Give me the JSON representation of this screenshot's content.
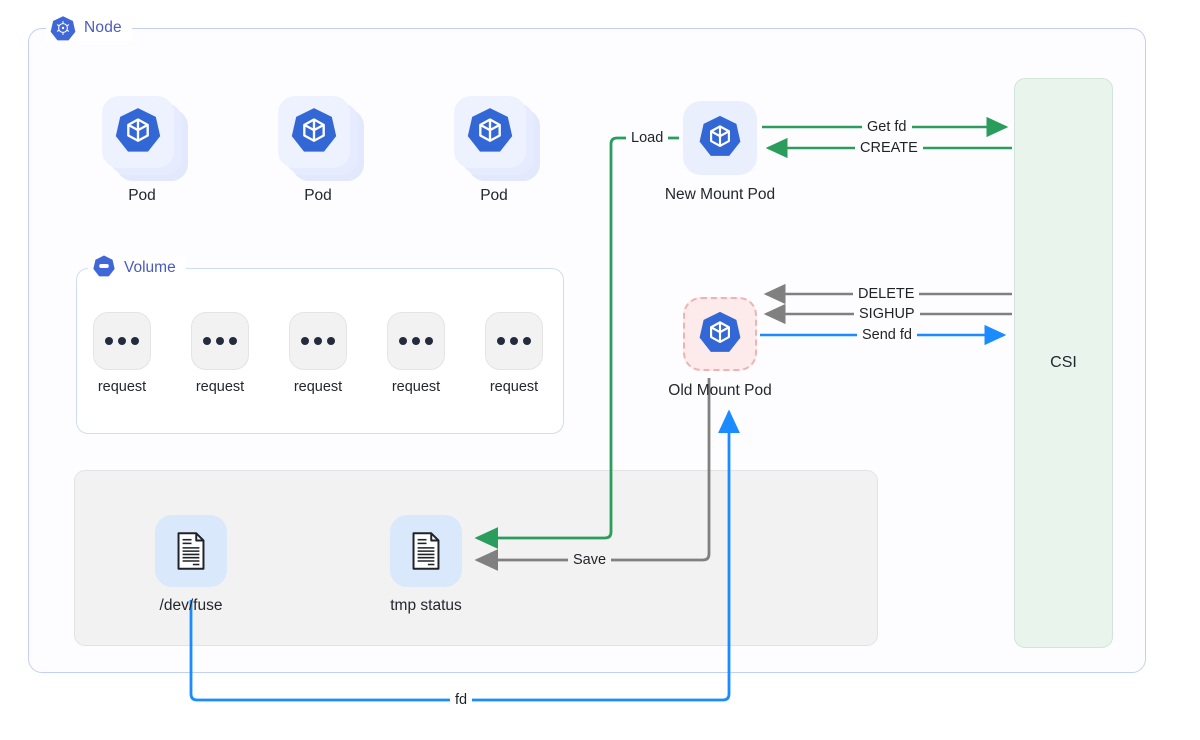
{
  "node": {
    "label": "Node",
    "icon": "kubernetes-node-icon"
  },
  "pods": [
    {
      "label": "Pod",
      "icon": "kubernetes-pod-icon"
    },
    {
      "label": "Pod",
      "icon": "kubernetes-pod-icon"
    },
    {
      "label": "Pod",
      "icon": "kubernetes-pod-icon"
    }
  ],
  "volume": {
    "label": "Volume",
    "icon": "kubernetes-volume-icon",
    "requests": [
      {
        "label": "request",
        "icon": "ellipsis-icon"
      },
      {
        "label": "request",
        "icon": "ellipsis-icon"
      },
      {
        "label": "request",
        "icon": "ellipsis-icon"
      },
      {
        "label": "request",
        "icon": "ellipsis-icon"
      },
      {
        "label": "request",
        "icon": "ellipsis-icon"
      }
    ]
  },
  "mount_pods": {
    "new": {
      "label": "New Mount Pod",
      "icon": "kubernetes-pod-icon",
      "state": "active"
    },
    "old": {
      "label": "Old Mount Pod",
      "icon": "kubernetes-pod-icon",
      "state": "terminating"
    }
  },
  "csi": {
    "label": "CSI"
  },
  "files": [
    {
      "label": "/dev/fuse",
      "icon": "document-icon"
    },
    {
      "label": "tmp status",
      "icon": "document-icon"
    }
  ],
  "edges": [
    {
      "label": "Get fd",
      "color": "#2a9d5c",
      "from": "new-mount-pod",
      "to": "csi",
      "direction": "right"
    },
    {
      "label": "CREATE",
      "color": "#2a9d5c",
      "from": "csi",
      "to": "new-mount-pod",
      "direction": "left"
    },
    {
      "label": "DELETE",
      "color": "#808080",
      "from": "csi",
      "to": "old-mount-pod",
      "direction": "left"
    },
    {
      "label": "SIGHUP",
      "color": "#808080",
      "from": "csi",
      "to": "old-mount-pod",
      "direction": "left"
    },
    {
      "label": "Send fd",
      "color": "#1a8cff",
      "from": "old-mount-pod",
      "to": "csi",
      "direction": "right"
    },
    {
      "label": "Load",
      "color": "#2a9d5c",
      "from": "tmp-status",
      "to": "new-mount-pod",
      "direction": "up"
    },
    {
      "label": "Save",
      "color": "#808080",
      "from": "old-mount-pod",
      "to": "tmp-status",
      "direction": "left"
    },
    {
      "label": "fd",
      "color": "#1a8cff",
      "from": "dev-fuse",
      "to": "old-mount-pod",
      "direction": "up"
    }
  ],
  "colors": {
    "node_border": "#c3d0f5",
    "accent_blue": "#4a5bbf",
    "pod_blue": "#3367d6",
    "csi_green_bg": "#e8f4ec",
    "old_pod_pink": "#fdeaea",
    "edge_green": "#2a9d5c",
    "edge_gray": "#808080",
    "edge_blue": "#1a8cff"
  }
}
